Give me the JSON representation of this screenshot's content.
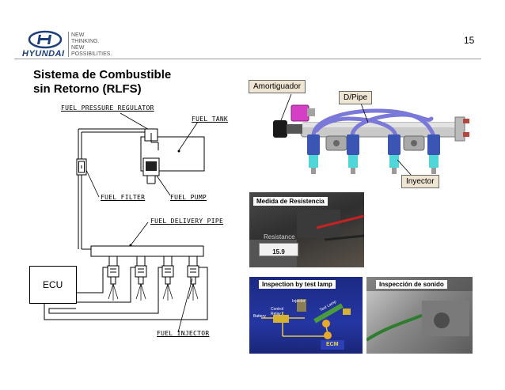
{
  "header": {
    "brand": "HYUNDAI",
    "tagline": [
      "NEW",
      "THINKING.",
      "NEW",
      "POSSIBILITIES."
    ],
    "page_number": "15"
  },
  "title": {
    "line1": "Sistema de Combustible",
    "line2": "sin Retorno (RLFS)"
  },
  "diagram": {
    "fuel_pressure_regulator": "FUEL PRESSURE REGULATOR",
    "fuel_tank": "FUEL TANK",
    "fuel_filter": "FUEL FILTER",
    "fuel_pump": "FUEL PUMP",
    "fuel_delivery_pipe": "FUEL DELIVERY PIPE",
    "ecu": "ECU",
    "fuel_injector": "FUEL INJECTOR"
  },
  "rail_photo": {
    "amortiguador": "Amortiguador",
    "dpipe": "D/Pipe",
    "inyector": "Inyector"
  },
  "photos": {
    "resistance_title": "Medida de Resistencia",
    "resistance_label": "Resistance",
    "resistance_value": "15.9",
    "test_lamp_title": "Inspection by test lamp",
    "sound_title": "Inspección de sonido",
    "lamp_labels": {
      "injector": "Injector",
      "control_relay": "Control Relay",
      "battery": "Battery",
      "ecm": "ECM",
      "test_lamp": "Test Lamp"
    }
  },
  "colors": {
    "brand_blue": "#1c3f7a",
    "callout_bg": "#efe5d3",
    "hose_purple": "#7a78d8",
    "injector_blue": "#3b55b3",
    "injector_cyan": "#4fd6d8",
    "connector_magenta": "#d43fc5"
  }
}
